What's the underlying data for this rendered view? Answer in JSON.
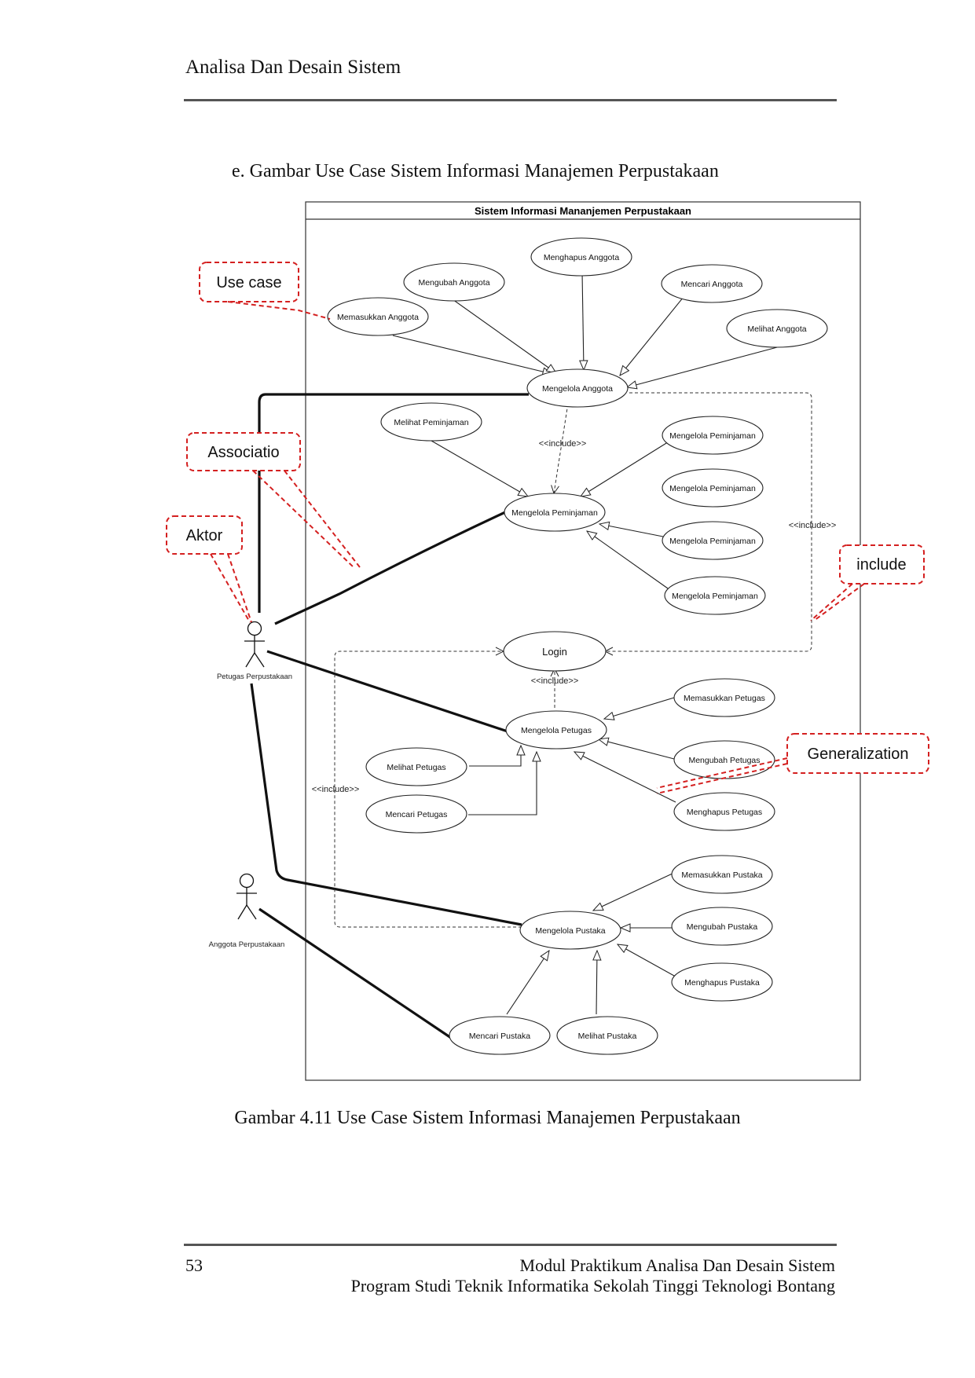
{
  "header": {
    "title": "Analisa Dan Desain Sistem"
  },
  "section_title": "e.  Gambar Use Case Sistem Informasi Manajemen Perpustakaan",
  "diagram": {
    "system_title": "Sistem Informasi Mananjemen Perpustakaan",
    "actors": {
      "petugas": "Petugas Perpustakaan",
      "anggota": "Anggota Perpustakaan"
    },
    "use_cases": {
      "memasukkan_anggota": "Memasukkan Anggota",
      "mengubah_anggota": "Mengubah Anggota",
      "menghapus_anggota": "Menghapus Anggota",
      "mencari_anggota": "Mencari Anggota",
      "melihat_anggota": "Melihat Anggota",
      "mengelola_anggota": "Mengelola Anggota",
      "melihat_peminjaman": "Melihat Peminjaman",
      "mengelola_peminjaman": "Mengelola Peminjaman",
      "peminjaman_1": "Mengelola Peminjaman",
      "peminjaman_2": "Mengelola Peminjaman",
      "peminjaman_3": "Mengelola Peminjaman",
      "peminjaman_4": "Mengelola Peminjaman",
      "login": "Login",
      "mengelola_petugas": "Mengelola Petugas",
      "memasukkan_petugas": "Memasukkan Petugas",
      "mengubah_petugas": "Mengubah Petugas",
      "menghapus_petugas": "Menghapus Petugas",
      "melihat_petugas": "Melihat Petugas",
      "mencari_petugas": "Mencari Petugas",
      "mengelola_pustaka": "Mengelola Pustaka",
      "memasukkan_pustaka": "Memasukkan Pustaka",
      "mengubah_pustaka": "Mengubah Pustaka",
      "menghapus_pustaka": "Menghapus Pustaka",
      "mencari_pustaka": "Mencari Pustaka",
      "melihat_pustaka": "Melihat Pustaka"
    },
    "include_labels": {
      "anggota_to_peminjaman": "<<include>>",
      "right_side": "<<include>>",
      "petugas_to_login": "<<include>>",
      "left_side": "<<include>>"
    },
    "callouts": {
      "use_case": "Use case",
      "association": "Associatio",
      "actor": "Aktor",
      "include": "include",
      "generalization": "Generalization"
    },
    "callout_color": "#d42020"
  },
  "caption": "Gambar 4.11 Use Case Sistem Informasi Manajemen Perpustakaan",
  "footer": {
    "page_number": "53",
    "line1": "Modul Praktikum Analisa Dan Desain Sistem",
    "line2": "Program Studi Teknik Informatika Sekolah Tinggi Teknologi Bontang"
  }
}
